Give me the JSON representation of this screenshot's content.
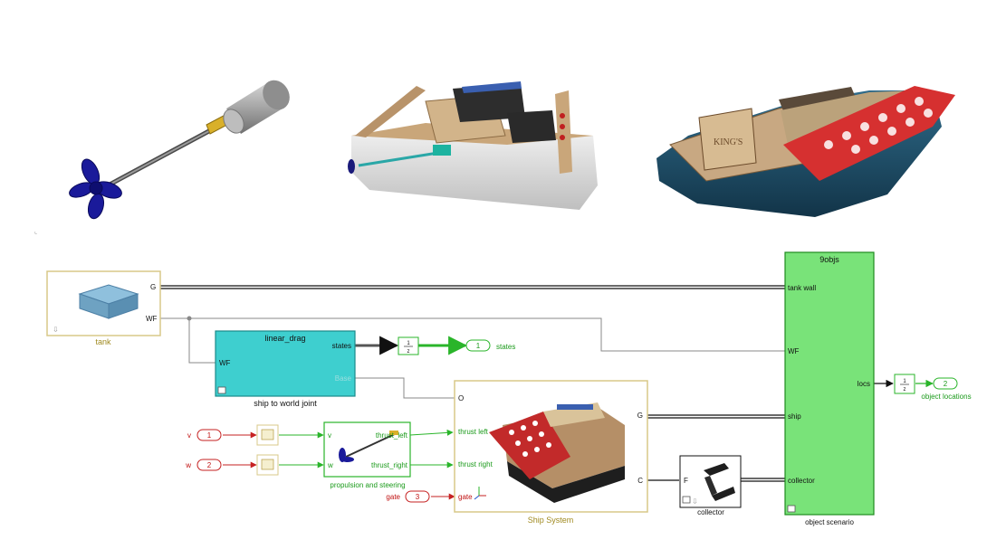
{
  "tank": {
    "label": "tank",
    "port_g": "G",
    "port_wf": "WF"
  },
  "drag": {
    "title": "linear_drag",
    "port_wf": "WF",
    "port_states": "states",
    "port_frame": "Base",
    "label": "ship to world joint"
  },
  "integrator_states": {
    "num": "1",
    "den": "z"
  },
  "out_states": {
    "num": "1",
    "label": "states"
  },
  "inputs": [
    {
      "name": "v",
      "num": "1"
    },
    {
      "name": "w",
      "num": "2"
    },
    {
      "name": "gate",
      "num": "3"
    }
  ],
  "propulsion": {
    "port_v": "v",
    "port_w": "w",
    "port_left": "thrust_left",
    "port_right": "thrust_right",
    "label": "propulsion and steering"
  },
  "ship": {
    "port_o": "O",
    "port_left": "thrust left",
    "port_right": "thrust right",
    "port_gate": "gate",
    "port_g": "G",
    "port_c": "C",
    "label": "Ship System"
  },
  "collector": {
    "port_f": "F",
    "label": "collector"
  },
  "scenario": {
    "title": "9objs",
    "port_tank": "tank wall",
    "port_wf": "WF",
    "port_ship": "ship",
    "port_collector": "collector",
    "port_locs": "locs",
    "label": "object scenario"
  },
  "integrator_locs": {
    "num": "1",
    "den": "z"
  },
  "out_locs": {
    "num": "2",
    "label": "object locations"
  },
  "colors": {
    "teal": "#3ecfcf",
    "green": "#79e379",
    "signal_green": "#2ab52a",
    "signal_red": "#c62222",
    "block_border_olive": "#d8c888"
  }
}
